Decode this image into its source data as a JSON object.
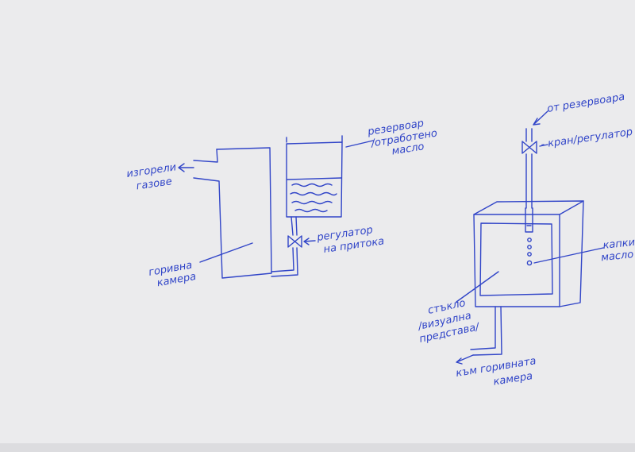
{
  "colors": {
    "ink": "#3145c8",
    "paper": "#ebebed",
    "paper_edge": "#dcdcdf"
  },
  "left_diagram": {
    "exhaust_label": [
      "изгорели",
      "газове"
    ],
    "chamber_label": [
      "горивна",
      "камера"
    ],
    "tank_label": [
      "резервоар",
      "/отработено",
      "масло"
    ],
    "regulator_label": [
      "регулатор",
      "на притока"
    ]
  },
  "right_diagram": {
    "source_label": "от резервоара",
    "valve_label": "- кран/регулатор",
    "drops_label": [
      "капки",
      "масло"
    ],
    "glass_label": [
      "стъкло",
      "/визуална",
      "представа/"
    ],
    "outlet_label": [
      "към горивната",
      "камера"
    ]
  }
}
